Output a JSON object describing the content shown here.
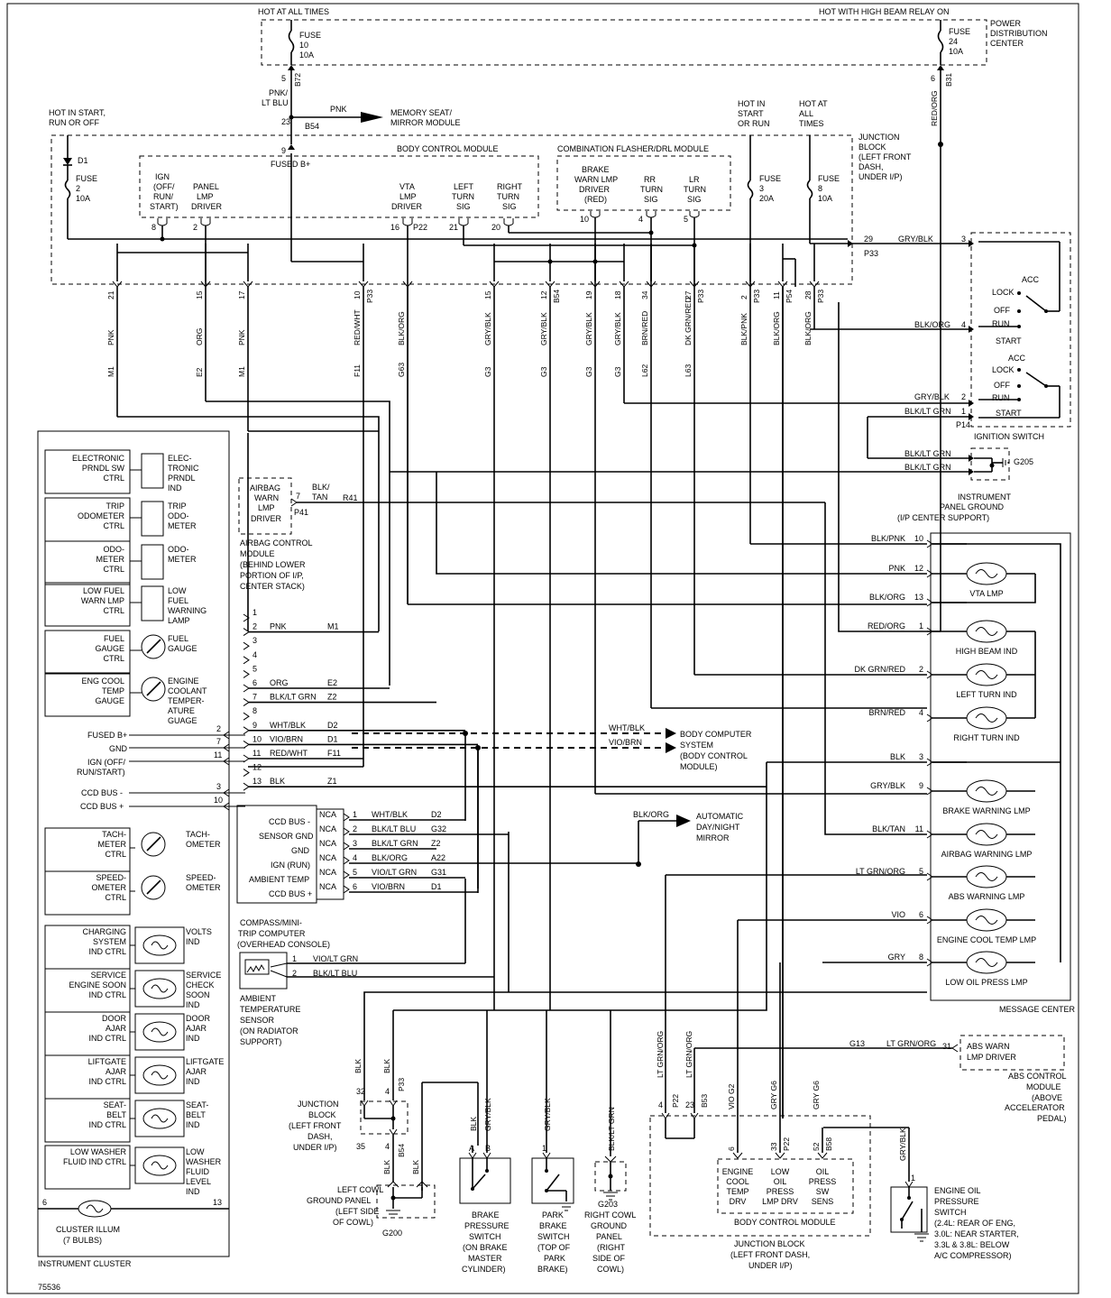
{
  "header": {
    "hot_at_all_times": "HOT AT ALL TIMES",
    "hot_high_beam": "HOT WITH HIGH BEAM RELAY ON",
    "pdc": [
      "POWER",
      "DISTRIBUTION",
      "CENTER"
    ],
    "fuse10": [
      "FUSE",
      "10",
      "10A"
    ],
    "fuse24": [
      "FUSE",
      "24",
      "10A"
    ],
    "hot_start_run_off": [
      "HOT IN START,",
      "RUN OR OFF"
    ],
    "hot_start_run": [
      "HOT IN",
      "START",
      "OR RUN"
    ],
    "hot_all": [
      "HOT AT",
      "ALL",
      "TIMES"
    ],
    "jb_title": [
      "JUNCTION",
      "BLOCK",
      "(LEFT FRONT",
      "DASH,",
      "UNDER I/P)"
    ],
    "d1": "D1",
    "fuse2": [
      "FUSE",
      "2",
      "10A"
    ],
    "fuse3": [
      "FUSE",
      "3",
      "20A"
    ],
    "fuse8": [
      "FUSE",
      "8",
      "10A"
    ],
    "bcm_title": "BODY CONTROL MODULE",
    "cfm_title": "COMBINATION FLASHER/DRL MODULE",
    "fused_b": "FUSED B+",
    "memory": [
      "MEMORY SEAT/",
      "MIRROR MODULE"
    ],
    "pnk": "PNK",
    "b54": "B54",
    "pnk_lt_blu": [
      "PNK/",
      "LT BLU"
    ],
    "b72": "B72",
    "b31": "B31",
    "red_org": "RED/ORG",
    "pin5": "5",
    "pin23": "23",
    "pin9": "9",
    "pin6": "6"
  },
  "bcm_labels": {
    "ign": [
      "IGN",
      "(OFF/",
      "RUN/",
      "START)"
    ],
    "panel": [
      "PANEL",
      "LMP",
      "DRIVER"
    ],
    "vta": [
      "VTA",
      "LMP",
      "DRIVER"
    ],
    "left": [
      "LEFT",
      "TURN",
      "SIG"
    ],
    "right": [
      "RIGHT",
      "TURN",
      "SIG"
    ],
    "brake": [
      "BRAKE",
      "WARN LMP",
      "DRIVER",
      "(RED)"
    ],
    "rr": [
      "RR",
      "TURN",
      "SIG"
    ],
    "lr": [
      "LR",
      "TURN",
      "SIG"
    ],
    "pins": [
      "8",
      "2",
      "16",
      "21",
      "20",
      "10",
      "4",
      "5"
    ],
    "p22": "P22"
  },
  "top_wires": [
    {
      "pin": "21",
      "color": "PNK",
      "circ": "M1",
      "tag": ""
    },
    {
      "pin": "15",
      "color": "ORG",
      "circ": "E2",
      "tag": ""
    },
    {
      "pin": "17",
      "color": "PNK",
      "circ": "M1",
      "tag": ""
    },
    {
      "pin": "10",
      "color": "RED/WHT",
      "circ": "F11",
      "tag": "P33"
    },
    {
      "pin": "",
      "color": "BLK/ORG",
      "circ": "G63",
      "tag": ""
    },
    {
      "pin": "15",
      "color": "GRY/BLK",
      "circ": "G3",
      "tag": ""
    },
    {
      "pin": "12",
      "color": "GRY/BLK",
      "circ": "G3",
      "tag": "B54"
    },
    {
      "pin": "19",
      "color": "GRY/BLK",
      "circ": "G3",
      "tag": ""
    },
    {
      "pin": "18",
      "color": "GRY/BLK",
      "circ": "G3",
      "tag": ""
    },
    {
      "pin": "34",
      "color": "BRN/RED",
      "circ": "L62",
      "tag": ""
    },
    {
      "pin": "27",
      "color": "DK GRN/RED",
      "circ": "L63",
      "tag": "P33"
    },
    {
      "pin": "2",
      "color": "BLK/PNK",
      "circ": "",
      "tag": "P33"
    },
    {
      "pin": "11",
      "color": "BLK/ORG",
      "circ": "",
      "tag": "P54"
    },
    {
      "pin": "28",
      "color": "BLK/ORG",
      "circ": "",
      "tag": "P33"
    }
  ],
  "ignition": {
    "title": "IGNITION SWITCH",
    "positions": [
      "ACC",
      "LOCK",
      "OFF",
      "RUN",
      "START"
    ],
    "wires": [
      {
        "pin": "3",
        "label": "GRY/BLK",
        "side": "29"
      },
      {
        "pin": "4",
        "label": "BLK/ORG",
        "side": ""
      },
      {
        "pin": "2",
        "label": "GRY/BLK",
        "side": ""
      },
      {
        "pin": "1",
        "label": "BLK/LT GRN",
        "side": ""
      }
    ],
    "p33": "P33",
    "p14": "P14"
  },
  "ground_g205": {
    "label": "G205",
    "wire": "BLK/LT GRN",
    "desc": [
      "INSTRUMENT",
      "PANEL GROUND",
      "(I/P CENTER SUPPORT)"
    ]
  },
  "airbag": {
    "box": [
      "AIRBAG",
      "WARN",
      "LMP",
      "DRIVER"
    ],
    "desc": [
      "AIRBAG CONTROL",
      "MODULE",
      "(BEHIND LOWER",
      "PORTION OF I/P,",
      "CENTER STACK)"
    ],
    "pin": "7",
    "wire": [
      "BLK/",
      "TAN"
    ],
    "circ": "R41",
    "tag": "P41"
  },
  "cluster": {
    "title": "INSTRUMENT CLUSTER",
    "rows": [
      {
        "ctrl": [
          "ELECTRONIC",
          "PRNDL SW",
          "CTRL"
        ],
        "ind": [
          "ELEC-",
          "TRONIC",
          "PRNDL",
          "IND"
        ],
        "kind": "box"
      },
      {
        "ctrl": [
          "TRIP",
          "ODOMETER",
          "CTRL"
        ],
        "ind": [
          "TRIP",
          "ODO-",
          "METER"
        ],
        "kind": "box"
      },
      {
        "ctrl": [
          "ODO-",
          "METER",
          "CTRL"
        ],
        "ind": [
          "ODO-",
          "METER"
        ],
        "kind": "box"
      },
      {
        "ctrl": [
          "LOW FUEL",
          "WARN LMP",
          "CTRL"
        ],
        "ind": [
          "LOW",
          "FUEL",
          "WARNING",
          "LAMP"
        ],
        "kind": "box"
      },
      {
        "ctrl": [
          "FUEL",
          "GAUGE",
          "CTRL"
        ],
        "ind": [
          "FUEL",
          "GAUGE"
        ],
        "kind": "gauge"
      },
      {
        "ctrl": [
          "ENG COOL",
          "TEMP",
          "GAUGE"
        ],
        "ind": [
          "ENGINE",
          "COOLANT",
          "TEMPER-",
          "ATURE",
          "GUAGE"
        ],
        "kind": "gauge"
      }
    ],
    "rows2": [
      {
        "ctrl": [
          "TACH-",
          "METER",
          "CTRL"
        ],
        "ind": [
          "TACH-",
          "OMETER"
        ],
        "kind": "gauge"
      },
      {
        "ctrl": [
          "SPEED-",
          "OMETER",
          "CTRL"
        ],
        "ind": [
          "SPEED-",
          "OMETER"
        ],
        "kind": "gauge"
      },
      {
        "ctrl": [
          "CHARGING",
          "SYSTEM",
          "IND CTRL"
        ],
        "ind": [
          "VOLTS",
          "IND"
        ],
        "kind": "lamp"
      },
      {
        "ctrl": [
          "SERVICE",
          "ENGINE SOON",
          "IND CTRL"
        ],
        "ind": [
          "SERVICE",
          "CHECK",
          "SOON",
          "IND"
        ],
        "kind": "lamp"
      },
      {
        "ctrl": [
          "DOOR",
          "AJAR",
          "IND CTRL"
        ],
        "ind": [
          "DOOR",
          "AJAR",
          "IND"
        ],
        "kind": "lamp"
      },
      {
        "ctrl": [
          "LIFTGATE",
          "AJAR",
          "IND CTRL"
        ],
        "ind": [
          "LIFTGATE",
          "AJAR",
          "IND"
        ],
        "kind": "lamp"
      },
      {
        "ctrl": [
          "SEAT-",
          "BELT",
          "IND CTRL"
        ],
        "ind": [
          "SEAT-",
          "BELT",
          "IND"
        ],
        "kind": "lamp"
      },
      {
        "ctrl": [
          "LOW WASHER",
          "FLUID IND CTRL"
        ],
        "ind": [
          "LOW",
          "WASHER",
          "FLUID",
          "LEVEL",
          "IND"
        ],
        "kind": "lamp"
      }
    ],
    "power": [
      {
        "label": "FUSED B+",
        "pin": "2"
      },
      {
        "label": "GND",
        "pin": "7"
      },
      {
        "label": "IGN (OFF/",
        "pin": "11"
      },
      {
        "label": "RUN/START)",
        "pin": ""
      },
      {
        "label": "CCD BUS -",
        "pin": "3"
      },
      {
        "label": "CCD BUS +",
        "pin": "10"
      }
    ],
    "illum": [
      "CLUSTER ILLUM",
      "(7 BULBS)"
    ],
    "illum_pins": [
      "6",
      "13"
    ]
  },
  "connector": {
    "rows": [
      {
        "pin": "1",
        "color": "",
        "circ": ""
      },
      {
        "pin": "2",
        "color": "PNK",
        "circ": "M1"
      },
      {
        "pin": "3",
        "color": "",
        "circ": ""
      },
      {
        "pin": "4",
        "color": "",
        "circ": ""
      },
      {
        "pin": "5",
        "color": "",
        "circ": ""
      },
      {
        "pin": "6",
        "color": "ORG",
        "circ": "E2"
      },
      {
        "pin": "7",
        "color": "BLK/LT GRN",
        "circ": "Z2"
      },
      {
        "pin": "8",
        "color": "",
        "circ": ""
      },
      {
        "pin": "9",
        "color": "WHT/BLK",
        "circ": "D2"
      },
      {
        "pin": "10",
        "color": "VIO/BRN",
        "circ": "D1"
      },
      {
        "pin": "11",
        "color": "RED/WHT",
        "circ": "F11"
      },
      {
        "pin": "12",
        "color": "",
        "circ": ""
      },
      {
        "pin": "13",
        "color": "BLK",
        "circ": "Z1"
      }
    ]
  },
  "bcs": {
    "wht_blk": "WHT/BLK",
    "vio_brn": "VIO/BRN",
    "label": [
      "BODY COMPUTER",
      "SYSTEM",
      "(BODY CONTROL",
      "MODULE)"
    ]
  },
  "compass": {
    "labels": [
      "CCD BUS -",
      "SENSOR GND",
      "GND",
      "IGN (RUN)",
      "AMBIENT TEMP",
      "CCD BUS +"
    ],
    "nca": "NCA",
    "wires": [
      {
        "pin": "1",
        "color": "WHT/BLK",
        "circ": "D2"
      },
      {
        "pin": "2",
        "color": "BLK/LT BLU",
        "circ": "G32"
      },
      {
        "pin": "3",
        "color": "BLK/LT GRN",
        "circ": "Z2"
      },
      {
        "pin": "4",
        "color": "BLK/ORG",
        "circ": "A22"
      },
      {
        "pin": "5",
        "color": "VIO/LT GRN",
        "circ": "G31"
      },
      {
        "pin": "6",
        "color": "VIO/BRN",
        "circ": "D1"
      }
    ],
    "desc": [
      "COMPASS/MINI-",
      "TRIP COMPUTER",
      "(OVERHEAD CONSOLE)"
    ]
  },
  "mirror": {
    "wire": "BLK/ORG",
    "label": [
      "AUTOMATIC",
      "DAY/NIGHT",
      "MIRROR"
    ]
  },
  "ambient": {
    "pins": [
      "1",
      "2"
    ],
    "wires": [
      "VIO/LT GRN",
      "BLK/LT BLU"
    ],
    "desc": [
      "AMBIENT",
      "TEMPERATURE",
      "SENSOR",
      "(ON RADIATOR",
      "SUPPORT)"
    ]
  },
  "message": {
    "title": "MESSAGE CENTER",
    "rows": [
      {
        "wire": "BLK/PNK",
        "pin": "10",
        "label": ""
      },
      {
        "wire": "PNK",
        "pin": "12",
        "label": "VTA LMP"
      },
      {
        "wire": "BLK/ORG",
        "pin": "13",
        "label": ""
      },
      {
        "wire": "RED/ORG",
        "pin": "1",
        "label": "HIGH BEAM IND"
      },
      {
        "wire": "DK GRN/RED",
        "pin": "2",
        "label": "LEFT TURN IND"
      },
      {
        "wire": "BRN/RED",
        "pin": "4",
        "label": "RIGHT TURN IND"
      },
      {
        "wire": "BLK",
        "pin": "3",
        "label": ""
      },
      {
        "wire": "GRY/BLK",
        "pin": "9",
        "label": "BRAKE WARNING LMP"
      },
      {
        "wire": "BLK/TAN",
        "pin": "11",
        "label": "AIRBAG WARNING LMP"
      },
      {
        "wire": "LT GRN/ORG",
        "pin": "5",
        "label": "ABS WARNING LMP"
      },
      {
        "wire": "VIO",
        "pin": "6",
        "label": "ENGINE COOL TEMP LMP"
      },
      {
        "wire": "GRY",
        "pin": "8",
        "label": "LOW OIL PRESS LMP"
      }
    ]
  },
  "abs": {
    "box": [
      "ABS WARN",
      "LMP DRIVER"
    ],
    "pin": "31",
    "wire": "LT GRN/ORG",
    "circ": "G13",
    "desc": [
      "ABS CONTROL",
      "MODULE",
      "(ABOVE",
      "ACCELERATOR",
      "PEDAL)"
    ]
  },
  "bottom": {
    "jb_left": [
      "JUNCTION",
      "BLOCK",
      "(LEFT FRONT",
      "DASH,",
      "UNDER I/P)"
    ],
    "jb_pins": [
      "32",
      "4",
      "35",
      "4"
    ],
    "blk": "BLK",
    "p33": "P33",
    "b54": "B54",
    "g200": "G200",
    "cowl_left": [
      "LEFT COWL",
      "GROUND PANEL",
      "(LEFT SIDE",
      "OF COWL)"
    ],
    "brake_sw": [
      "BRAKE",
      "PRESSURE",
      "SWITCH",
      "(ON BRAKE",
      "MASTER",
      "CYLINDER)"
    ],
    "brake_pins": [
      "A",
      "B"
    ],
    "brake_wires": [
      "BLK",
      "GRY/BLK"
    ],
    "park": [
      "PARK",
      "BRAKE",
      "SWITCH",
      "(TOP OF",
      "PARK",
      "BRAKE)"
    ],
    "park_pin": "1",
    "park_wire": "GRY/BLK",
    "g203": [
      "G203",
      "RIGHT COWL",
      "GROUND",
      "PANEL",
      "(RIGHT",
      "SIDE OF",
      "COWL)"
    ],
    "g203_wire": "BLK/LT GRN",
    "bcm2_title": "BODY CONTROL MODULE",
    "bcm2_cols": [
      {
        "label": [
          "ENGINE",
          "COOL",
          "TEMP",
          "DRV"
        ],
        "pin": "6",
        "wire": "VIO",
        "circ": "G2",
        "tag": ""
      },
      {
        "label": [
          "LOW",
          "OIL",
          "PRESS",
          "LMP DRV"
        ],
        "pin": "33",
        "wire": "GRY",
        "circ": "G6",
        "tag": "P22"
      },
      {
        "label": [
          "OIL",
          "PRESS",
          "SW",
          "SENS"
        ],
        "pin": "52",
        "wire": "GRY",
        "circ": "G6",
        "tag": "B58"
      }
    ],
    "jb_bottom": [
      "JUNCTION BLOCK",
      "(LEFT FRONT DASH,",
      "UNDER I/P)"
    ],
    "jb2_pins": [
      "4",
      "23"
    ],
    "jb2_wire": "LT GRN/ORG",
    "jb2_tags": [
      "P22",
      "B53"
    ],
    "oil_sw": [
      "ENGINE OIL",
      "PRESSURE",
      "SWITCH",
      "(2.4L: REAR OF ENG,",
      "3.0L: NEAR STARTER,",
      "3.3L & 3.8L: BELOW",
      "A/C COMPRESSOR)"
    ],
    "oil_wire": "GRY/BLK",
    "oil_pin": "1",
    "figure_no": "75536"
  }
}
